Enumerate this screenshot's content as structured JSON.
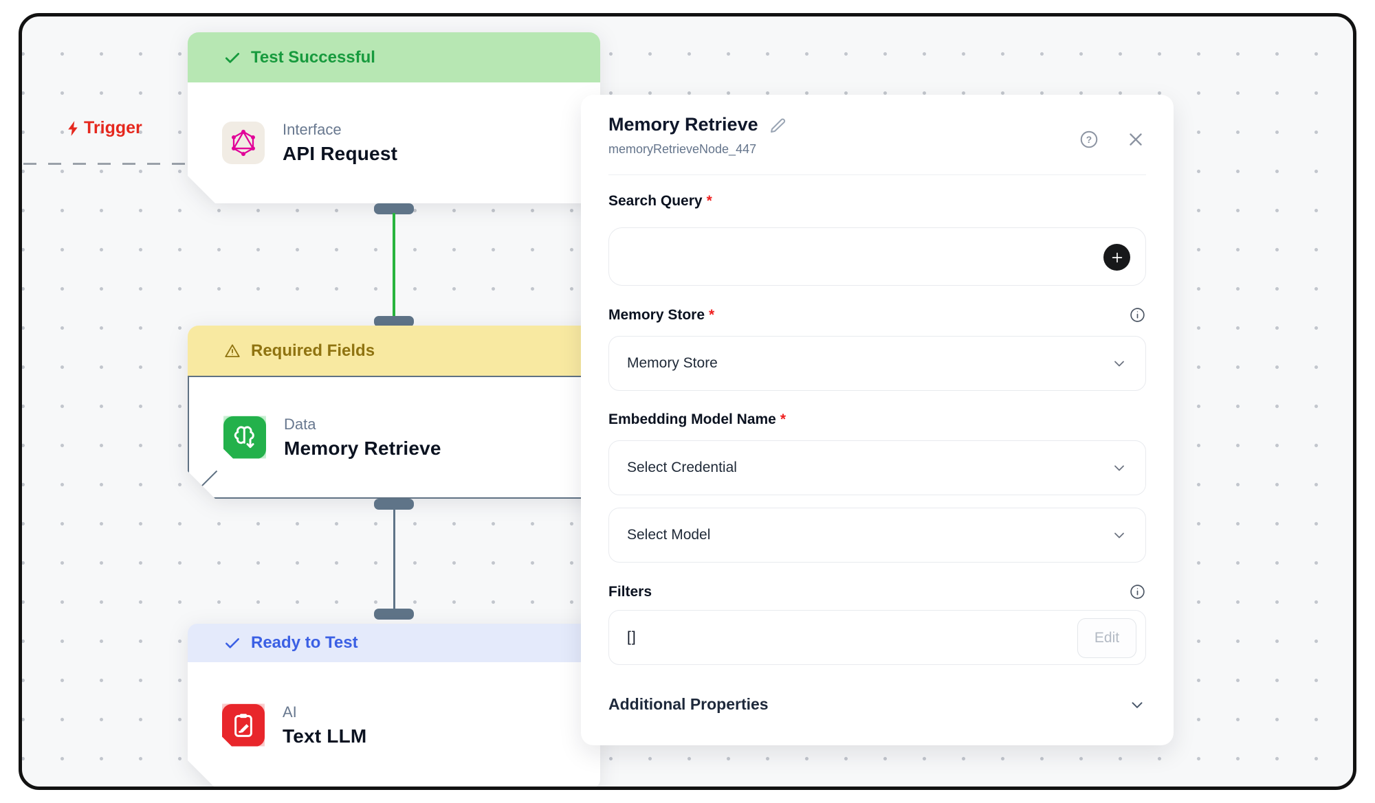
{
  "canvas": {
    "trigger": {
      "label": "Trigger"
    },
    "nodes": [
      {
        "status": "Test Successful",
        "category": "Interface",
        "title": "API Request",
        "icon": "graphql-icon"
      },
      {
        "status": "Required Fields",
        "category": "Data",
        "title": "Memory Retrieve",
        "icon": "brain-download-icon"
      },
      {
        "status": "Ready to Test",
        "category": "AI",
        "title": "Text LLM",
        "icon": "clipboard-pencil-icon"
      }
    ]
  },
  "panel": {
    "title": "Memory Retrieve",
    "subtitle": "memoryRetrieveNode_447",
    "required_marker": "*",
    "search_query": {
      "label": "Search Query",
      "value": ""
    },
    "memory_store": {
      "label": "Memory Store",
      "selected": "Memory Store"
    },
    "embedding": {
      "label": "Embedding Model Name",
      "credential_placeholder": "Select Credential",
      "model_placeholder": "Select Model"
    },
    "filters": {
      "label": "Filters",
      "value": "[]",
      "edit_label": "Edit"
    },
    "additional": {
      "label": "Additional Properties"
    }
  },
  "colors": {
    "success_banner_bg": "#b7e7b3",
    "success_text": "#179a3d",
    "warning_banner_bg": "#f8e9a1",
    "warning_text": "#8f7310",
    "ready_banner_bg": "#e4eafb",
    "ready_text": "#3b60e4",
    "trigger_red": "#e5281e",
    "edge_green": "#28b43e",
    "edge_slate": "#5f7488",
    "graphql_pink": "#e10098",
    "tile_green": "#23b14b",
    "tile_red": "#e8262b",
    "required_asterisk": "#ef2020"
  }
}
